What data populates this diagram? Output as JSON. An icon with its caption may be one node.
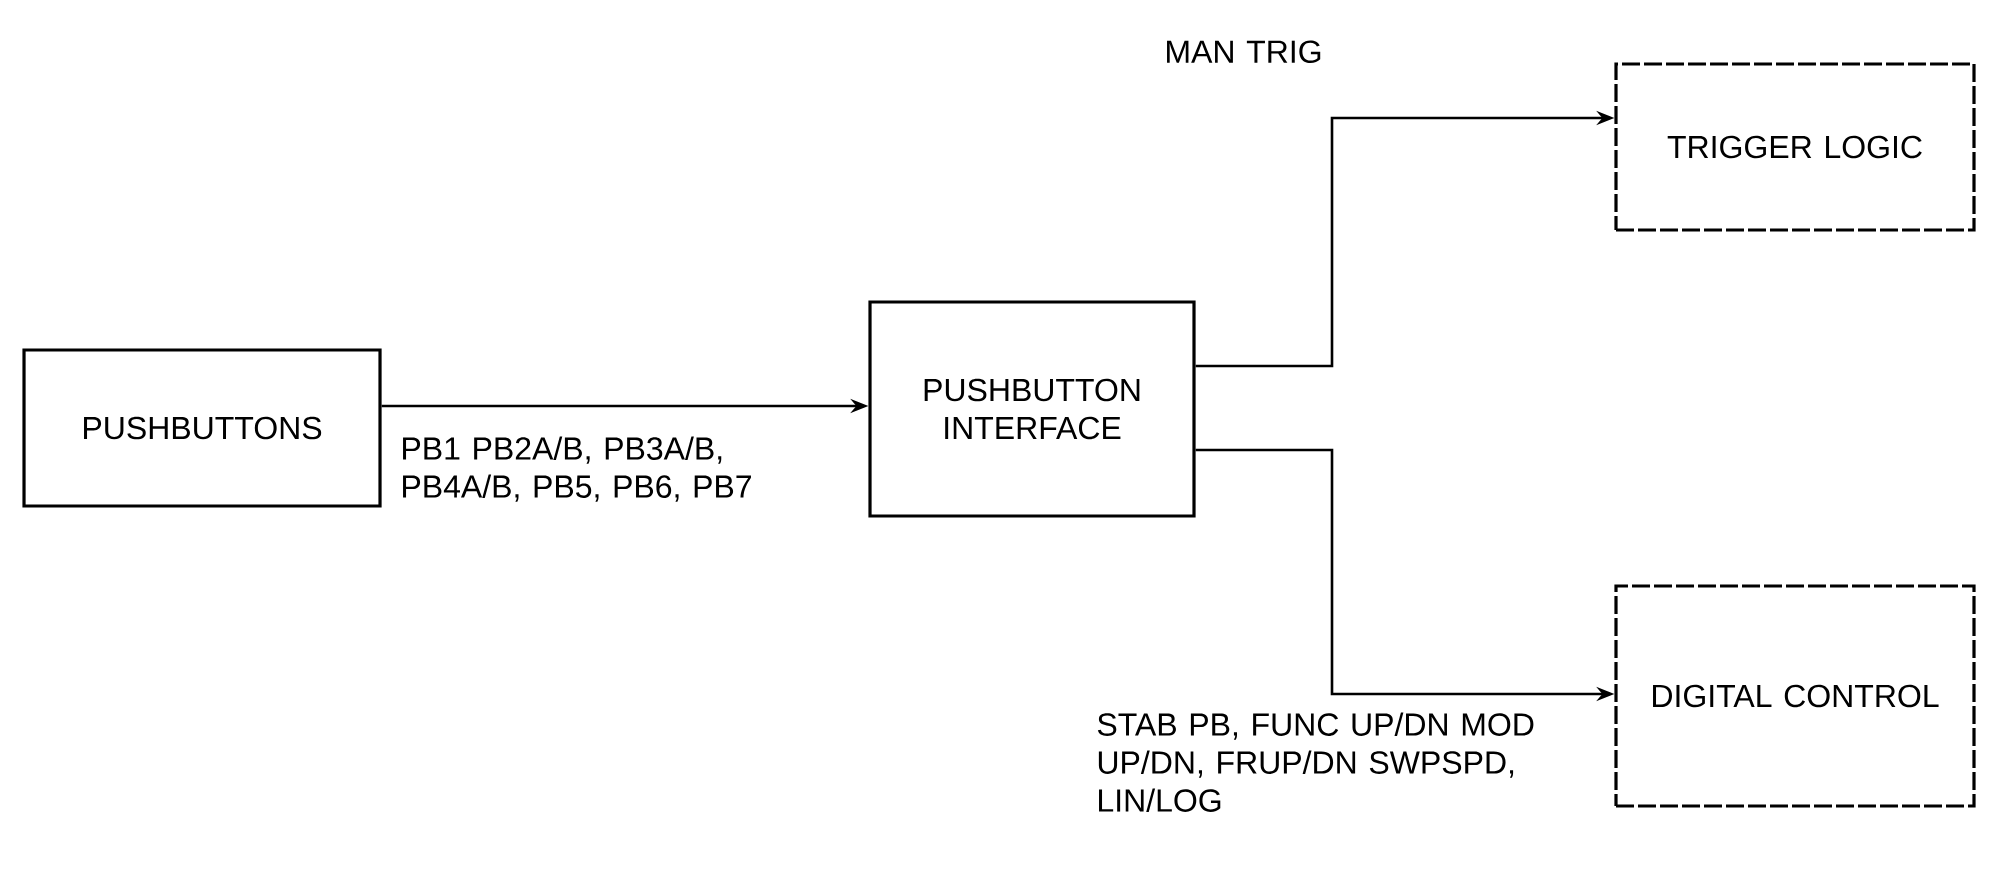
{
  "diagram": {
    "nodes": [
      {
        "text": [
          "PUSHBUTTONS"
        ]
      },
      {
        "text": [
          "PUSHBUTTON INTERFACE"
        ]
      },
      {
        "text": [
          "TRIGGER LOGIC"
        ]
      },
      {
        "text": [
          "DIGITAL CONTROL"
        ]
      }
    ],
    "edges": [
      {
        "from": 0,
        "to": 1,
        "arrow": "to",
        "label": "PB1 PB2A/B, PB3A/B, PB4A/B, PB5, PB6, PB7"
      },
      {
        "from": 1,
        "to": 2,
        "arrow": "to",
        "label": "MAN TRIG"
      },
      {
        "from": 1,
        "to": 3,
        "arrow": "to",
        "label": "STAB PB, FUNC UP/DN MOD UP/DN, FRUP/DN SWPSPD, LIN/LOG"
      }
    ]
  }
}
